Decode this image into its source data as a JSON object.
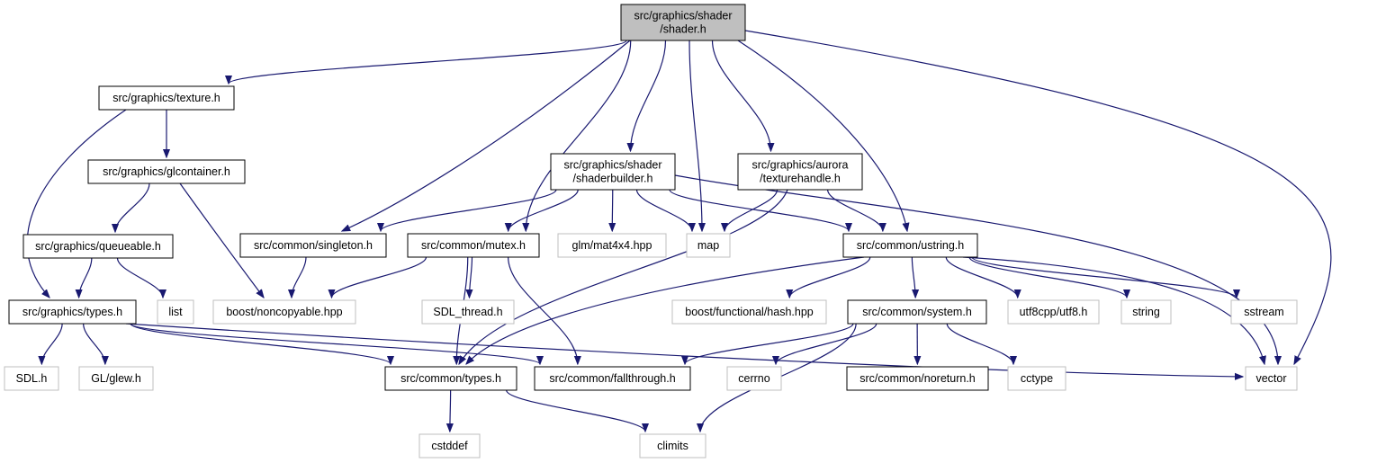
{
  "colors": {
    "edge": "#191970",
    "root_fill": "#bfbfbf",
    "border_internal": "#000000",
    "border_external": "#bfbfbf",
    "background": "#ffffff"
  },
  "nodes": [
    {
      "id": "shader_h",
      "lines": [
        "src/graphics/shader",
        "/shader.h"
      ],
      "kind": "root"
    },
    {
      "id": "texture_h",
      "lines": [
        "src/graphics/texture.h"
      ],
      "kind": "internal"
    },
    {
      "id": "glcontainer_h",
      "lines": [
        "src/graphics/glcontainer.h"
      ],
      "kind": "internal"
    },
    {
      "id": "queueable_h",
      "lines": [
        "src/graphics/queueable.h"
      ],
      "kind": "internal"
    },
    {
      "id": "gtypes_h",
      "lines": [
        "src/graphics/types.h"
      ],
      "kind": "internal"
    },
    {
      "id": "list",
      "lines": [
        "list"
      ],
      "kind": "external"
    },
    {
      "id": "noncopyable",
      "lines": [
        "boost/noncopyable.hpp"
      ],
      "kind": "external"
    },
    {
      "id": "singleton_h",
      "lines": [
        "src/common/singleton.h"
      ],
      "kind": "internal"
    },
    {
      "id": "mutex_h",
      "lines": [
        "src/common/mutex.h"
      ],
      "kind": "internal"
    },
    {
      "id": "shaderbuilder_h",
      "lines": [
        "src/graphics/shader",
        "/shaderbuilder.h"
      ],
      "kind": "internal"
    },
    {
      "id": "glm",
      "lines": [
        "glm/mat4x4.hpp"
      ],
      "kind": "external"
    },
    {
      "id": "map",
      "lines": [
        "map"
      ],
      "kind": "external"
    },
    {
      "id": "texturehandle_h",
      "lines": [
        "src/graphics/aurora",
        "/texturehandle.h"
      ],
      "kind": "internal"
    },
    {
      "id": "ustring_h",
      "lines": [
        "src/common/ustring.h"
      ],
      "kind": "internal"
    },
    {
      "id": "sdl_thread",
      "lines": [
        "SDL_thread.h"
      ],
      "kind": "external"
    },
    {
      "id": "hash",
      "lines": [
        "boost/functional/hash.hpp"
      ],
      "kind": "external"
    },
    {
      "id": "system_h",
      "lines": [
        "src/common/system.h"
      ],
      "kind": "internal"
    },
    {
      "id": "utf8",
      "lines": [
        "utf8cpp/utf8.h"
      ],
      "kind": "external"
    },
    {
      "id": "string",
      "lines": [
        "string"
      ],
      "kind": "external"
    },
    {
      "id": "sstream",
      "lines": [
        "sstream"
      ],
      "kind": "external"
    },
    {
      "id": "sdl_h",
      "lines": [
        "SDL.h"
      ],
      "kind": "external"
    },
    {
      "id": "glew",
      "lines": [
        "GL/glew.h"
      ],
      "kind": "external"
    },
    {
      "id": "ctypes_h",
      "lines": [
        "src/common/types.h"
      ],
      "kind": "internal"
    },
    {
      "id": "fallthrough_h",
      "lines": [
        "src/common/fallthrough.h"
      ],
      "kind": "internal"
    },
    {
      "id": "cerrno",
      "lines": [
        "cerrno"
      ],
      "kind": "external"
    },
    {
      "id": "noreturn_h",
      "lines": [
        "src/common/noreturn.h"
      ],
      "kind": "internal"
    },
    {
      "id": "cctype",
      "lines": [
        "cctype"
      ],
      "kind": "external"
    },
    {
      "id": "vector",
      "lines": [
        "vector"
      ],
      "kind": "external"
    },
    {
      "id": "cstddef",
      "lines": [
        "cstddef"
      ],
      "kind": "external"
    },
    {
      "id": "climits",
      "lines": [
        "climits"
      ],
      "kind": "external"
    }
  ],
  "edges": [
    [
      "shader_h",
      "texture_h"
    ],
    [
      "shader_h",
      "singleton_h"
    ],
    [
      "shader_h",
      "mutex_h"
    ],
    [
      "shader_h",
      "shaderbuilder_h"
    ],
    [
      "shader_h",
      "map"
    ],
    [
      "shader_h",
      "texturehandle_h"
    ],
    [
      "shader_h",
      "ustring_h"
    ],
    [
      "shader_h",
      "vector"
    ],
    [
      "texture_h",
      "glcontainer_h"
    ],
    [
      "texture_h",
      "gtypes_h"
    ],
    [
      "glcontainer_h",
      "queueable_h"
    ],
    [
      "glcontainer_h",
      "noncopyable"
    ],
    [
      "queueable_h",
      "gtypes_h"
    ],
    [
      "queueable_h",
      "list"
    ],
    [
      "gtypes_h",
      "sdl_h"
    ],
    [
      "gtypes_h",
      "glew"
    ],
    [
      "gtypes_h",
      "ctypes_h"
    ],
    [
      "gtypes_h",
      "fallthrough_h"
    ],
    [
      "gtypes_h",
      "vector"
    ],
    [
      "singleton_h",
      "noncopyable"
    ],
    [
      "mutex_h",
      "noncopyable"
    ],
    [
      "mutex_h",
      "sdl_thread"
    ],
    [
      "mutex_h",
      "ctypes_h"
    ],
    [
      "mutex_h",
      "fallthrough_h"
    ],
    [
      "shaderbuilder_h",
      "singleton_h"
    ],
    [
      "shaderbuilder_h",
      "mutex_h"
    ],
    [
      "shaderbuilder_h",
      "glm"
    ],
    [
      "shaderbuilder_h",
      "map"
    ],
    [
      "shaderbuilder_h",
      "ustring_h"
    ],
    [
      "shaderbuilder_h",
      "vector"
    ],
    [
      "texturehandle_h",
      "map"
    ],
    [
      "texturehandle_h",
      "ustring_h"
    ],
    [
      "texturehandle_h",
      "ctypes_h"
    ],
    [
      "ustring_h",
      "ctypes_h"
    ],
    [
      "ustring_h",
      "hash"
    ],
    [
      "ustring_h",
      "system_h"
    ],
    [
      "ustring_h",
      "utf8"
    ],
    [
      "ustring_h",
      "string"
    ],
    [
      "ustring_h",
      "sstream"
    ],
    [
      "ustring_h",
      "vector"
    ],
    [
      "system_h",
      "fallthrough_h"
    ],
    [
      "system_h",
      "cerrno"
    ],
    [
      "system_h",
      "noreturn_h"
    ],
    [
      "system_h",
      "cctype"
    ],
    [
      "system_h",
      "climits"
    ],
    [
      "ctypes_h",
      "cstddef"
    ],
    [
      "ctypes_h",
      "climits"
    ]
  ]
}
